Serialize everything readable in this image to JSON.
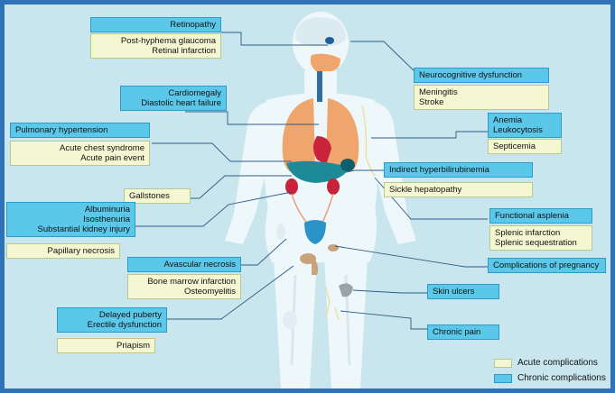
{
  "boxes": {
    "retinopathy": "Retinopathy",
    "eye_acute": [
      "Post-hyphema glaucoma",
      "Retinal infarction"
    ],
    "heart": [
      "Cardiomegaly",
      "Diastolic heart failure"
    ],
    "pulmonary_chronic": "Pulmonary hypertension",
    "pulmonary_acute": [
      "Acute chest syndrome",
      "Acute pain event"
    ],
    "gallstones": "Gallstones",
    "kidney_chronic": [
      "Albuminuria",
      "Isosthenuria",
      "Substantial kidney injury"
    ],
    "kidney_acute": "Papillary necrosis",
    "avn_chronic": "Avascular necrosis",
    "avn_acute": [
      "Bone marrow infarction",
      "Osteomyelitis"
    ],
    "puberty_chronic": [
      "Delayed puberty",
      "Erectile dysfunction"
    ],
    "priapism": "Priapism",
    "neuro_chronic": "Neurocognitive dysfunction",
    "neuro_acute": [
      "Meningitis",
      "Stroke"
    ],
    "blood_chronic": [
      "Anemia",
      "Leukocytosis"
    ],
    "blood_acute": "Septicemia",
    "liver_chronic": "Indirect hyperbilirubinemia",
    "liver_acute": "Sickle hepatopathy",
    "spleen_chronic": "Functional asplenia",
    "spleen_acute": [
      "Splenic infarction",
      "Splenic sequestration"
    ],
    "pregnancy": "Complications of pregnancy",
    "skin": "Skin ulcers",
    "pain": "Chronic pain"
  },
  "legend": {
    "acute": "Acute complications",
    "chronic": "Chronic complications"
  },
  "colors": {
    "frame": "#2f72b8",
    "background": "#c9e6ee",
    "chronic_fill": "#5bc8ea",
    "acute_fill": "#f4f7d2",
    "body": "#eef7fa",
    "lungs": "#f0a56c",
    "heart": "#c8233b",
    "liver": "#1d8a98",
    "bladder": "#2b93c8"
  }
}
